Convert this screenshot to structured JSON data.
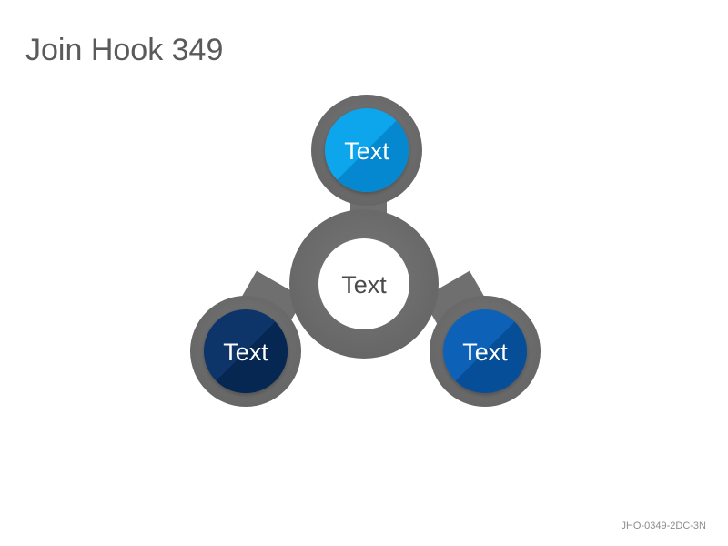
{
  "slide": {
    "title": "Join Hook 349",
    "code": "JHO-0349-2DC-3N"
  },
  "diagram": {
    "center": {
      "label": "Text"
    },
    "nodes": [
      {
        "label": "Text",
        "color": "#0aa5ec",
        "shade": "#0588cf"
      },
      {
        "label": "Text",
        "color": "#07356b",
        "shade": "#052751"
      },
      {
        "label": "Text",
        "color": "#0962b7",
        "shade": "#064f98"
      }
    ],
    "colors": {
      "ring": "#6f6f6f",
      "ring_edge": "#646464",
      "center_fill": "#ffffff",
      "center_text": "#4a4a4a",
      "node_text": "#ffffff"
    }
  }
}
